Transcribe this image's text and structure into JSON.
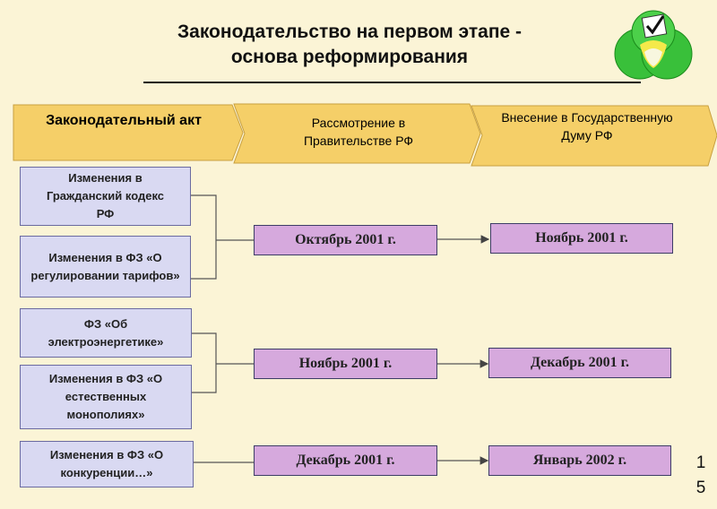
{
  "title": {
    "line1": "Законодательство на первом этапе -",
    "line2": "основа реформирования"
  },
  "headers": {
    "act": "Законодательный акт",
    "government": "Рассмотрение в Правительстве РФ",
    "duma": "Внесение в Государственную Думу РФ"
  },
  "acts": [
    "Изменения в Гражданский кодекс РФ",
    "Изменения в ФЗ «О регулировании тарифов»",
    "ФЗ «Об электроэнергетике»",
    "Изменения в ФЗ «О естественных монополиях»",
    "Изменения в ФЗ «О конкуренции…»"
  ],
  "government_dates": [
    "Октябрь 2001 г.",
    "Ноябрь 2001 г.",
    "Декабрь 2001 г."
  ],
  "duma_dates": [
    "Ноябрь 2001 г.",
    "Декабрь 2001 г.",
    "Январь 2002 г."
  ],
  "page_number": "1 5",
  "colors": {
    "background": "#fbf4d6",
    "header_arrow": "#f5cf68",
    "act_box": "#d9d9f2",
    "date_box": "#d6a9dd"
  }
}
